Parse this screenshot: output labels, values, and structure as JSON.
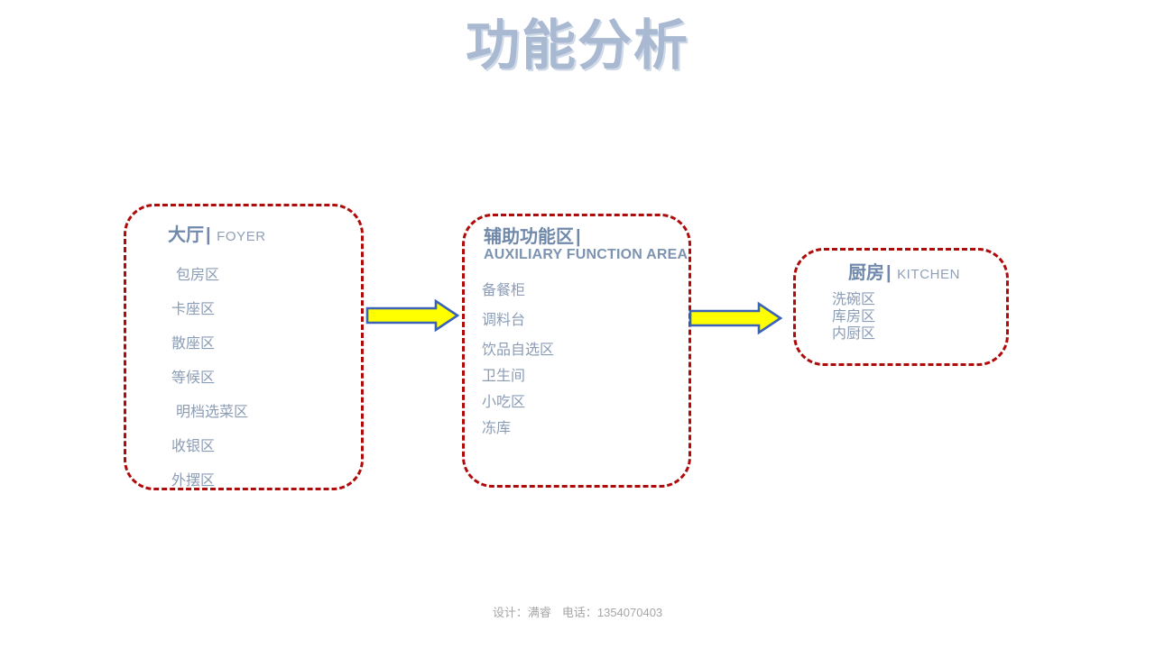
{
  "title": "功能分析",
  "boxes": [
    {
      "id": "foyer",
      "heading_cn": "大厅",
      "heading_sep": "|",
      "heading_en": "FOYER",
      "items": [
        "包房区",
        "卡座区",
        "散座区",
        "等候区",
        "明档选菜区",
        "收银区",
        "外摆区"
      ]
    },
    {
      "id": "aux",
      "heading_cn": "辅助功能区",
      "heading_sep": "|",
      "heading_en": "AUXILIARY FUNCTION AREA",
      "items": [
        "备餐柜",
        "调料台",
        "饮品自选区",
        "卫生间",
        "小吃区",
        "冻库"
      ]
    },
    {
      "id": "kitchen",
      "heading_cn": "厨房",
      "heading_sep": "|",
      "heading_en": "KITCHEN",
      "items": [
        "洗碗区",
        "库房区",
        "内厨区"
      ]
    }
  ],
  "arrows": [
    {
      "id": "arrow-1",
      "name": "flow-arrow-foyer-to-aux",
      "direction": "right"
    },
    {
      "id": "arrow-2",
      "name": "flow-arrow-aux-to-kitchen",
      "direction": "right"
    }
  ],
  "footer": {
    "designer_label": "设计：",
    "designer_name": "满睿",
    "phone_label": "电话：",
    "phone_number": "1354070403"
  },
  "colors": {
    "title": "#a9b9d2",
    "title_shadow": "#cfd9e8",
    "box_border": "#b00b0b",
    "heading_cn": "#7089ab",
    "heading_en": "#8fa0b8",
    "item_text": "#8b9cb5",
    "arrow_fill": "#ffff00",
    "arrow_stroke": "#3a62b8",
    "footer_text": "#a6a6a6",
    "background": "#ffffff"
  }
}
